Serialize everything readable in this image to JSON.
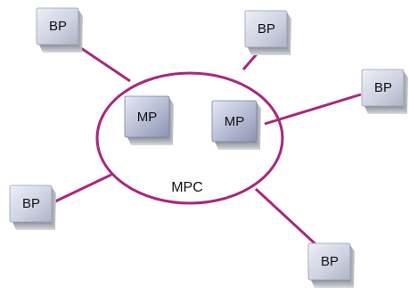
{
  "diagram": {
    "ring_label": "MPC",
    "line_color": "#a8287e",
    "box_face_color": "#d6d9e6",
    "inner_nodes": [
      {
        "label": "MP"
      },
      {
        "label": "MP"
      }
    ],
    "outer_nodes": [
      {
        "label": "BP"
      },
      {
        "label": "BP"
      },
      {
        "label": "BP"
      },
      {
        "label": "BP"
      },
      {
        "label": "BP"
      }
    ]
  }
}
